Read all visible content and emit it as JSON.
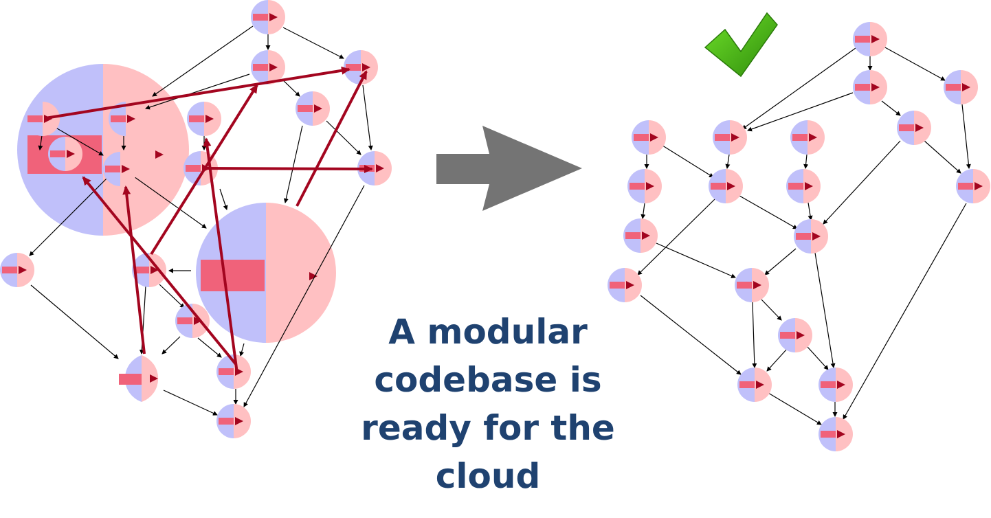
{
  "caption": {
    "lines": [
      "A modular",
      "codebase is",
      "ready for the",
      "cloud"
    ]
  },
  "colors": {
    "module_left": "#c0c0fa",
    "module_right": "#ffc0c2",
    "module_bar": "#f0627a",
    "module_arrow": "#a3051f",
    "edge": "#000000",
    "dependency_edge": "#a3051f",
    "transform_arrow": "#747474",
    "check": "#46b218",
    "caption_text": "#1f4270"
  },
  "icons": {
    "transform": "right-arrow-icon",
    "success": "checkmark-icon"
  }
}
